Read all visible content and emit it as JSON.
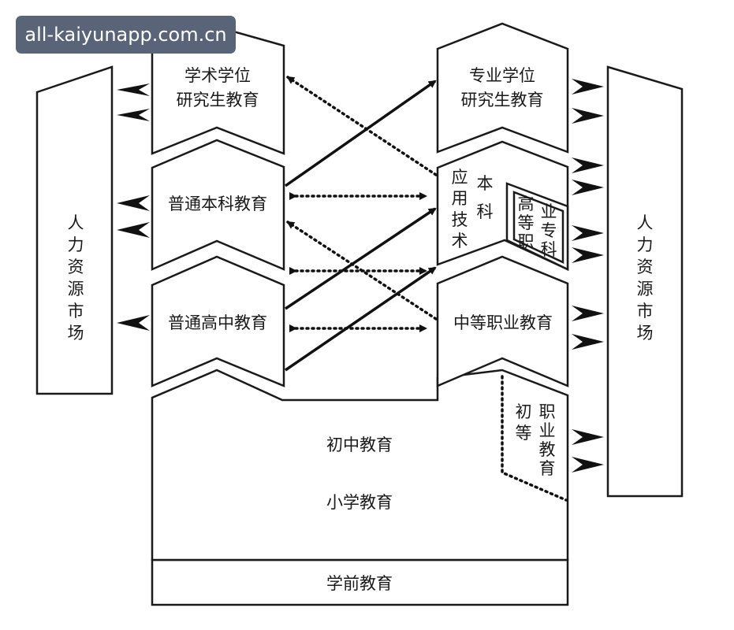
{
  "watermark": "all-kaiyunapp.com.cn",
  "labels": {
    "academic_degree": [
      "学术学位",
      "研究生教育"
    ],
    "professional_degree": [
      "专业学位",
      "研究生教育"
    ],
    "undergrad": "普通本科教育",
    "high_school": "普通高中教育",
    "applied_tech": [
      "应",
      "用",
      "技",
      "术"
    ],
    "benke": [
      "本",
      "科"
    ],
    "vocational_college": [
      "高",
      "等",
      "职"
    ],
    "vocational_college_b": [
      "业",
      "专",
      "科"
    ],
    "secondary_vocational": "中等职业教育",
    "junior_high": "初中教育",
    "primary": "小学教育",
    "preschool": "学前教育",
    "junior_vocational_a": [
      "初",
      "等"
    ],
    "junior_vocational_b": [
      "职",
      "业",
      "教",
      "育"
    ],
    "hr_market_left": [
      "人",
      "力",
      "资",
      "源",
      "市",
      "场"
    ],
    "hr_market_right": [
      "人",
      "力",
      "资",
      "源",
      "市",
      "场"
    ]
  },
  "colors": {
    "ink": "#1a1a1a",
    "background": "#ffffff",
    "watermark_bg": "#5a6478"
  }
}
